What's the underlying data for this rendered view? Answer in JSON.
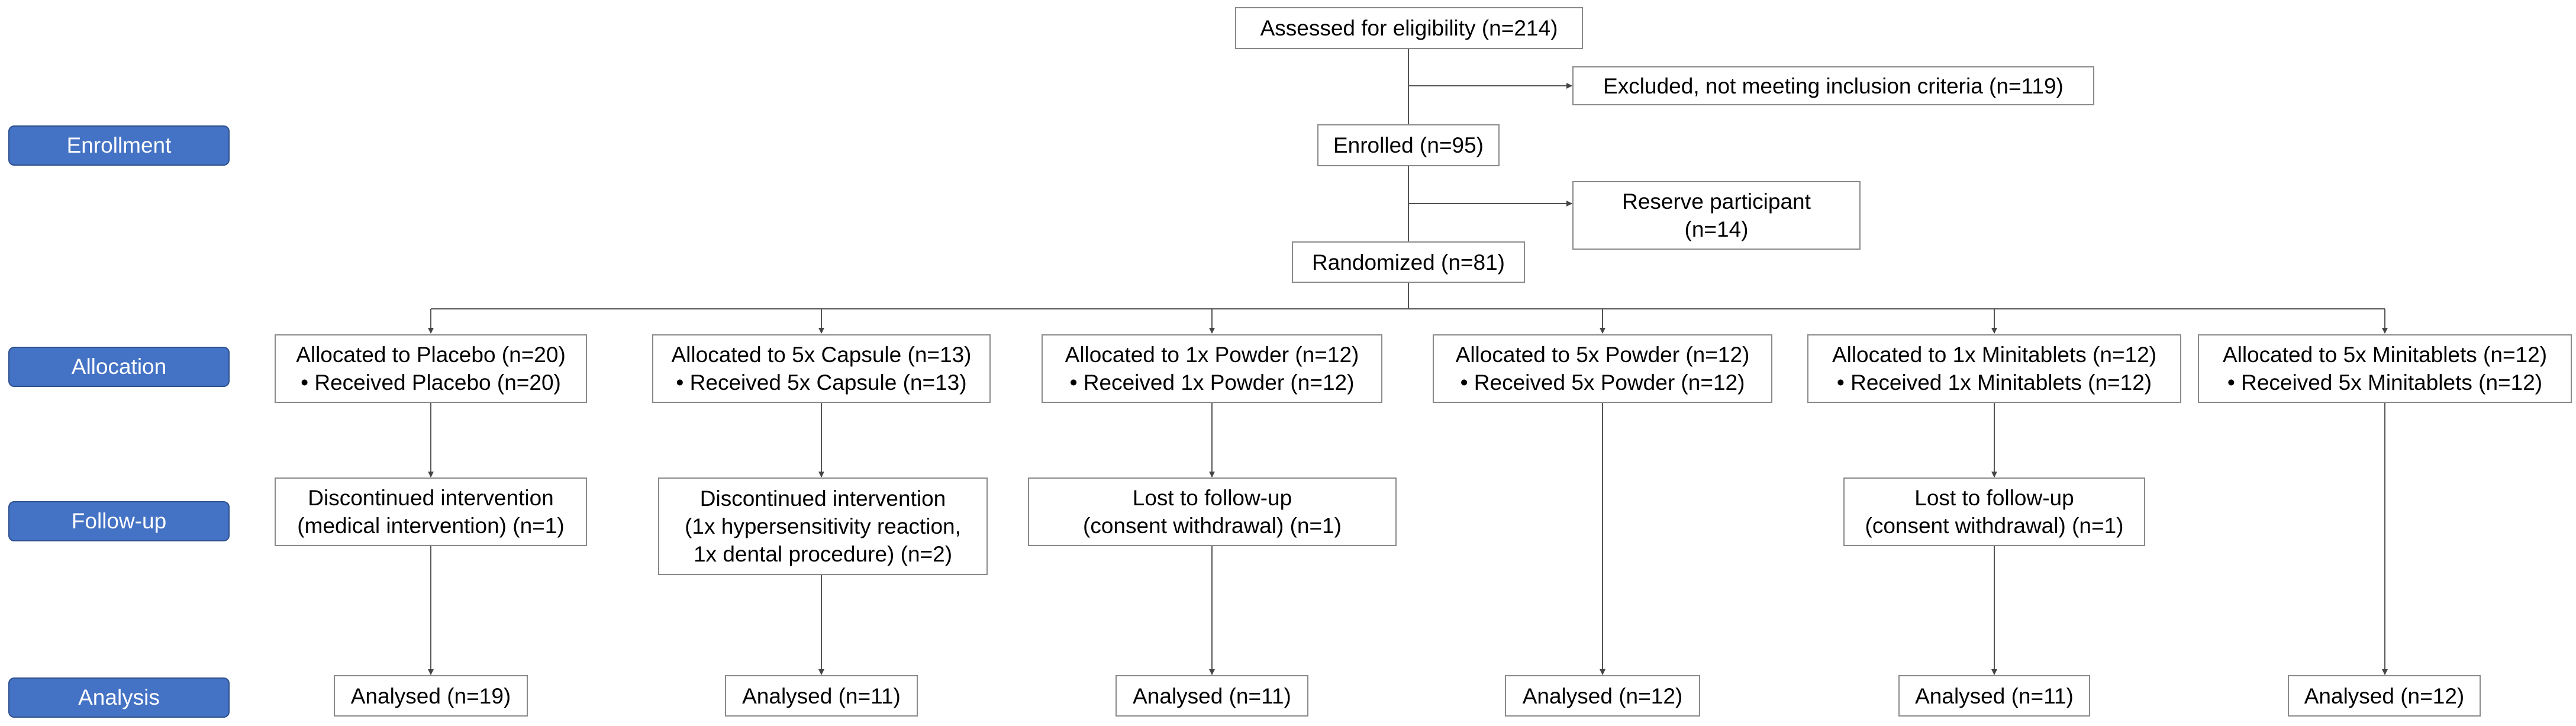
{
  "stages": {
    "enrollment": "Enrollment",
    "allocation": "Allocation",
    "follow_up": "Follow-up",
    "analysis": "Analysis"
  },
  "enrollment": {
    "assessed": "Assessed for eligibility (n=214)",
    "excluded": "Excluded, not meeting inclusion criteria (n=119)",
    "enrolled": "Enrolled (n=95)",
    "reserve": [
      "Reserve participant",
      "(n=14)"
    ],
    "randomized": "Randomized (n=81)"
  },
  "arms": [
    {
      "allocated": "Allocated to Placebo (n=20)",
      "received": "• Received Placebo (n=20)",
      "follow_up": [
        "Discontinued intervention",
        "(medical intervention) (n=1)"
      ],
      "analysed": "Analysed (n=19)"
    },
    {
      "allocated": "Allocated to 5x Capsule (n=13)",
      "received": "• Received 5x Capsule (n=13)",
      "follow_up": [
        "Discontinued intervention",
        "(1x hypersensitivity reaction,",
        "1x dental procedure) (n=2)"
      ],
      "analysed": "Analysed (n=11)"
    },
    {
      "allocated": "Allocated to 1x Powder (n=12)",
      "received": "• Received 1x Powder (n=12)",
      "follow_up": [
        "Lost to follow-up",
        "(consent withdrawal) (n=1)"
      ],
      "analysed": "Analysed (n=11)"
    },
    {
      "allocated": "Allocated to 5x Powder (n=12)",
      "received": "• Received 5x Powder (n=12)",
      "follow_up": [],
      "analysed": "Analysed (n=12)"
    },
    {
      "allocated": "Allocated to 1x Minitablets (n=12)",
      "received": "• Received 1x Minitablets (n=12)",
      "follow_up": [
        "Lost to follow-up",
        "(consent withdrawal) (n=1)"
      ],
      "analysed": "Analysed (n=11)"
    },
    {
      "allocated": "Allocated to 5x Minitablets (n=12)",
      "received": "• Received 5x Minitablets (n=12)",
      "follow_up": [],
      "analysed": "Analysed (n=12)"
    }
  ]
}
